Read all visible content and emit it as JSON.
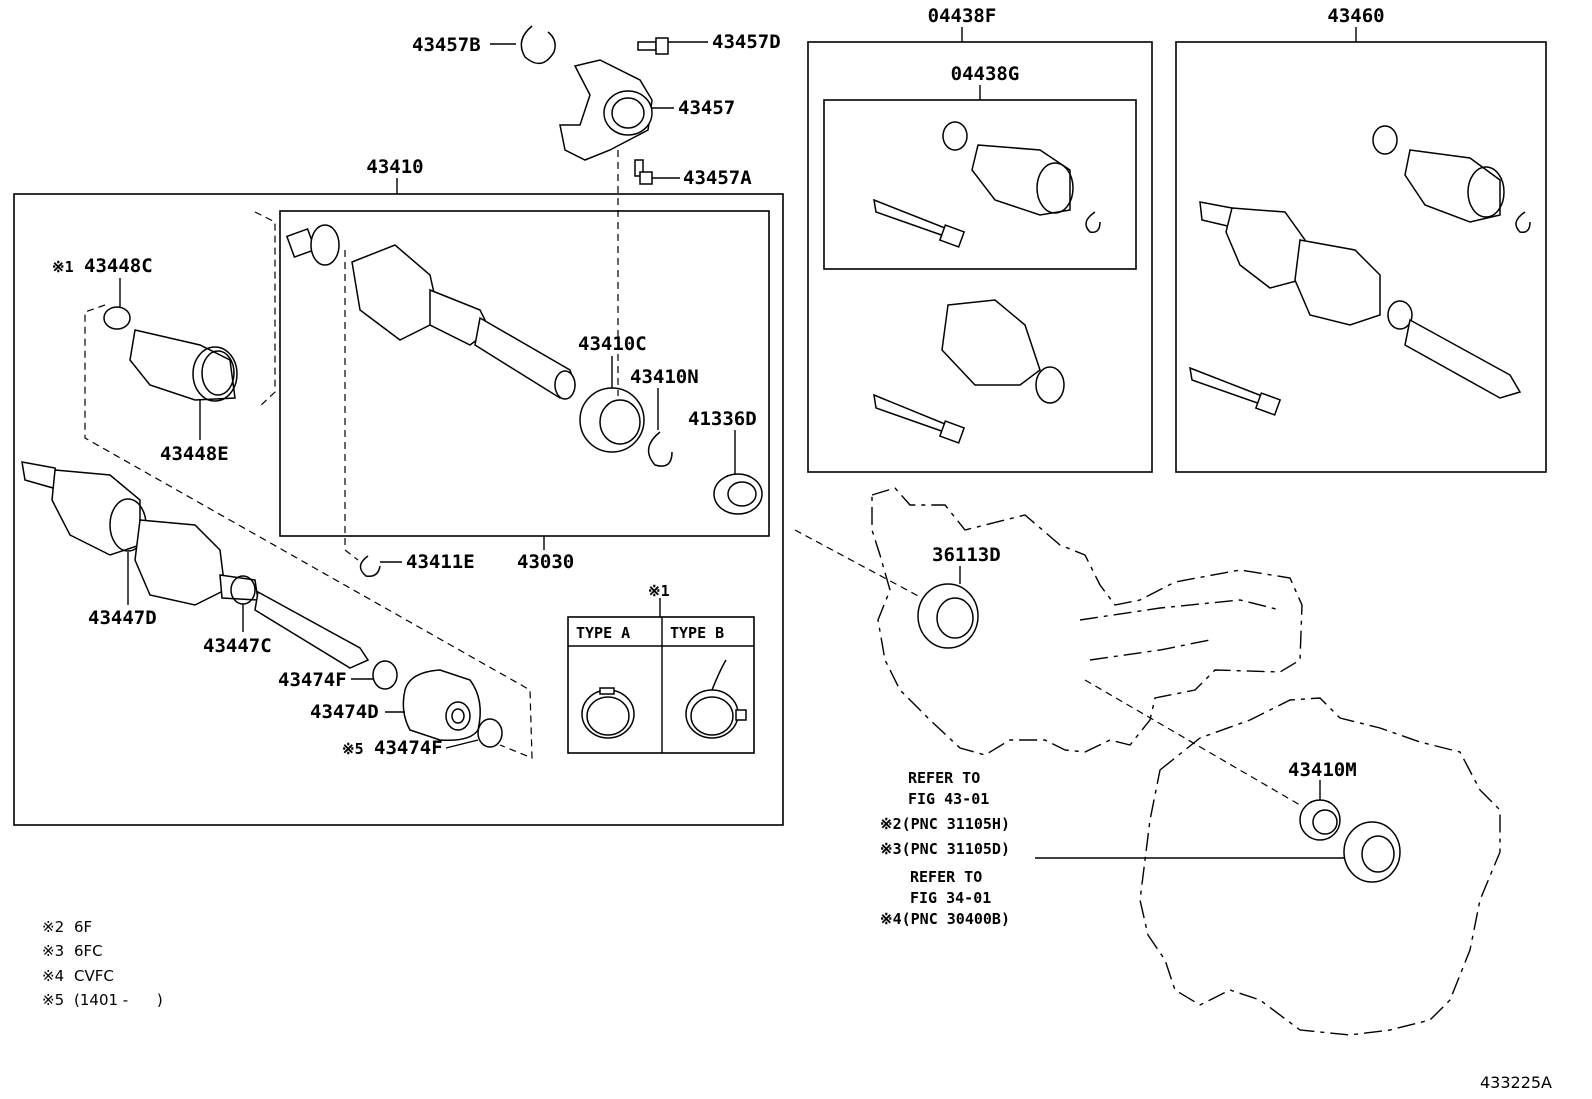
{
  "part_labels": {
    "p04438F": "04438F",
    "p43460": "43460",
    "p04438G": "04438G",
    "p43457B": "43457B",
    "p43457D": "43457D",
    "p43457": "43457",
    "p43457A": "43457A",
    "p43410": "43410",
    "p43448C": "43448C",
    "p43448E": "43448E",
    "p43410C": "43410C",
    "p43410N": "43410N",
    "p41336D": "41336D",
    "p43411E": "43411E",
    "p43030": "43030",
    "p43447D": "43447D",
    "p43447C": "43447C",
    "p43474F_a": "43474F",
    "p43474D": "43474D",
    "p43474F_b": "43474F",
    "p36113D": "36113D",
    "p43410M": "43410M"
  },
  "note_marks": {
    "m1_label": "※1",
    "m1_box": "※1",
    "m5_label": "※5"
  },
  "type_box": {
    "type_a": "TYPE A",
    "type_b": "TYPE B"
  },
  "refer": {
    "r1_line1": "REFER TO",
    "r1_line2": "FIG 43-01",
    "r1_pnc2": "※2(PNC 31105H)",
    "r1_pnc3": "※3(PNC 31105D)",
    "r2_line1": "REFER TO",
    "r2_line2": "FIG 34-01",
    "r2_pnc4": "※4(PNC 30400B)"
  },
  "legend": [
    {
      "mark": "※2",
      "text": "6F"
    },
    {
      "mark": "※3",
      "text": "6FC"
    },
    {
      "mark": "※4",
      "text": "CVFC"
    },
    {
      "mark": "※5",
      "text": "(1401 -      )"
    }
  ],
  "figure_code": "433225A"
}
